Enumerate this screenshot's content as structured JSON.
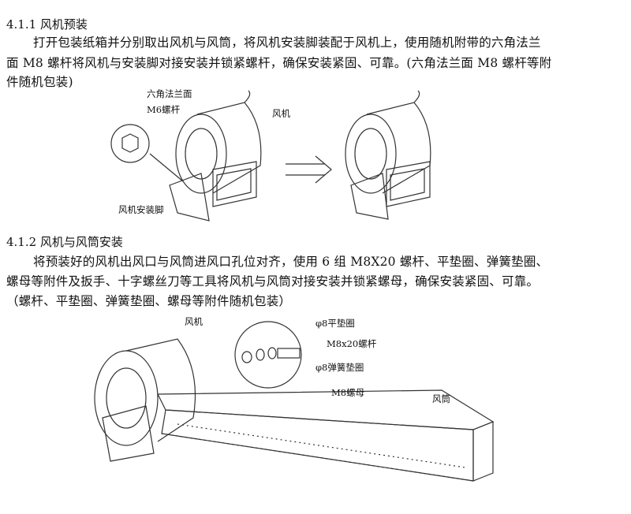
{
  "section1": {
    "heading": "4.1.1  风机预装",
    "lines": [
      "打开包装纸箱并分别取出风机与风筒，将风机安装脚装配于风机上，使用随机附带的六角法兰",
      "面 M8 螺杆将风机与安装脚对接安装并锁紧螺杆，确保安装紧固、可靠。(六角法兰面 M8 螺杆等附",
      "件随机包装)"
    ],
    "figure": {
      "label_flange": "六角法兰面",
      "label_bolt": "M6螺杆",
      "label_fan": "风机",
      "label_foot": "风机安装脚"
    }
  },
  "section2": {
    "heading": "4.1.2  风机与风筒安装",
    "lines": [
      "将预装好的风机出风口与风筒进风口孔位对齐，使用 6 组 M8X20 螺杆、平垫圈、弹簧垫圈、",
      "螺母等附件及扳手、十字螺丝刀等工具将风机与风筒对接安装并锁紧螺母，确保安装紧固、可靠。",
      "（螺杆、平垫圈、弹簧垫圈、螺母等附件随机包装）"
    ],
    "figure": {
      "label_fan": "风机",
      "label_flat_washer": "φ8平垫圈",
      "label_bolt": "M8x20螺杆",
      "label_spring_washer": "φ8弹簧垫圈",
      "label_nut": "M8螺母",
      "label_duct": "风筒"
    }
  }
}
